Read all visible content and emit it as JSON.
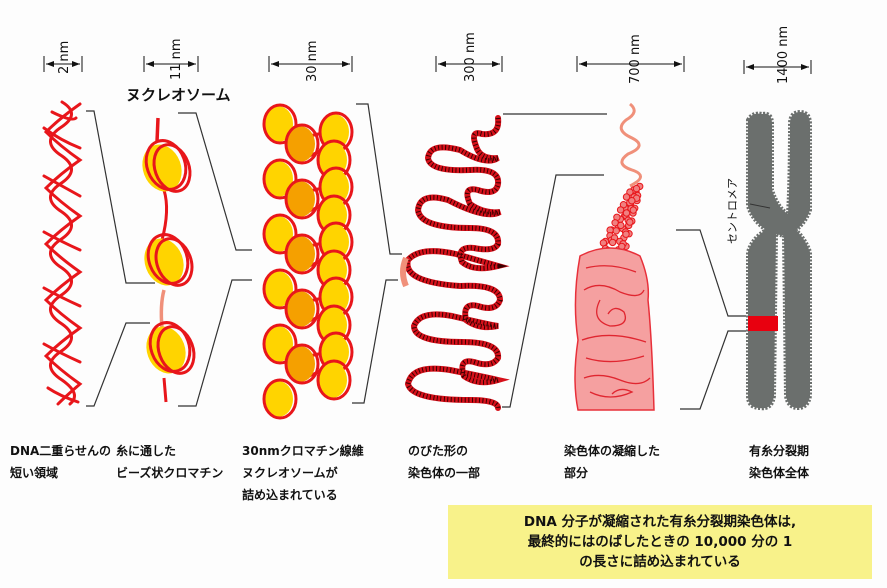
{
  "stages": [
    {
      "id": "dna",
      "scale": "2 nm",
      "caption": [
        "DNA二重らせんの",
        "短い領域"
      ]
    },
    {
      "id": "beads",
      "scale": "11 nm",
      "caption": [
        "糸に通した",
        "ビーズ状クロマチン"
      ]
    },
    {
      "id": "fiber30",
      "scale": "30 nm",
      "caption": [
        "30nmクロマチン線維",
        "ヌクレオソームが",
        "詰め込まれている"
      ]
    },
    {
      "id": "extended",
      "scale": "300 nm",
      "caption": [
        "のびた形の",
        "染色体の一部"
      ]
    },
    {
      "id": "condensed",
      "scale": "700 nm",
      "caption": [
        "染色体の凝縮した",
        "部分"
      ]
    },
    {
      "id": "mitotic",
      "scale": "1400 nm",
      "caption": [
        "有糸分裂期",
        "染色体全体"
      ]
    }
  ],
  "labels": {
    "nucleosome": "ヌクレオソーム",
    "centromere": "セントロメア"
  },
  "summary": [
    "DNA 分子が凝縮された有糸分裂期染色体は,",
    "最終的にはのばしたときの 10,000 分の 1",
    "の長さに詰め込まれている"
  ],
  "colors": {
    "dna_red": "#e8161b",
    "histone_yellow": "#ffd400",
    "histone_orange": "#f5a000",
    "linker_pink": "#f0907a",
    "condensed_pink": "#f5a0a0",
    "chromosome_gray": "#6b6f6d",
    "highlight_red": "#e8000f",
    "summary_bg": "#f8f28a"
  }
}
